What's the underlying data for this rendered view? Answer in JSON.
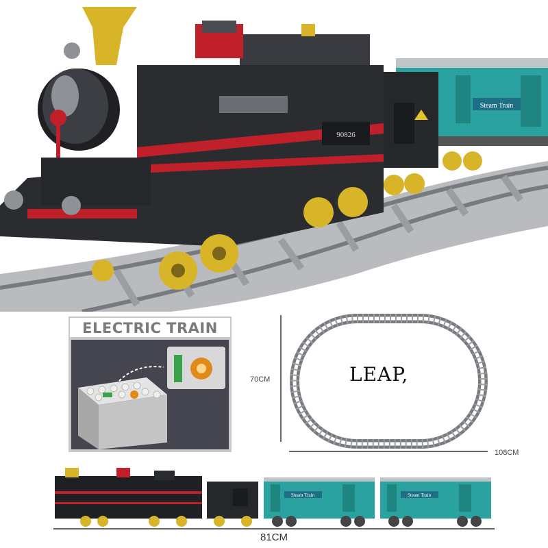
{
  "hero": {
    "locomotive_number": "90826",
    "car_label": "Steam Train"
  },
  "electric_panel": {
    "title": "ELECTRIC TRAIN"
  },
  "track_diagram": {
    "height_label": "70CM",
    "width_label": "108CM",
    "watermark": "LEAP,"
  },
  "train_strip": {
    "car_label_1": "Steam Train",
    "car_label_2": "Steam Train",
    "length_label": "81CM"
  },
  "colors": {
    "loco_black": "#1f2024",
    "stripe_red": "#c0202a",
    "car_teal": "#2aa3a0",
    "wheel_gold": "#d8b428",
    "track_grey": "#8a8d91"
  }
}
